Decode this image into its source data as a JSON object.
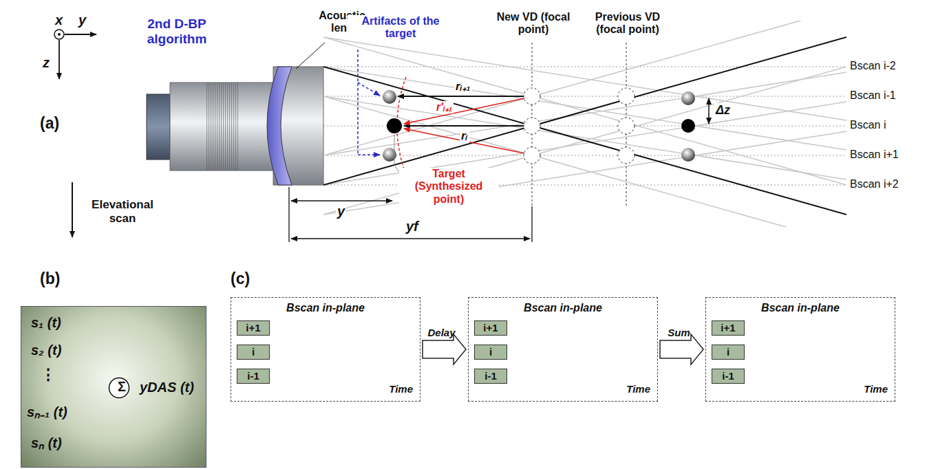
{
  "diagram": {
    "nodes": [
      {
        "text": [
          "s₁ (t)",
          "s₂ (t)",
          "⋮",
          "sₙ₋₁ (t)",
          "sₙ (t)",
          "yDAS (t)"
        ]
      },
      {
        "text": [
          "Σ"
        ],
        "in": 0
      },
      {
        "text": [
          "Bscan in-plane",
          "Time"
        ]
      },
      {
        "text": [
          "i+1"
        ],
        "in": 2
      },
      {
        "text": [
          "i"
        ],
        "in": 2
      },
      {
        "text": [
          "i-1"
        ],
        "in": 2
      },
      {
        "text": [
          "Bscan in-plane",
          "Time"
        ]
      },
      {
        "text": [
          "i+1"
        ],
        "in": 6
      },
      {
        "text": [
          "i"
        ],
        "in": 6
      },
      {
        "text": [
          "i-1"
        ],
        "in": 6
      },
      {
        "text": [
          "Bscan in-plane",
          "Time"
        ]
      },
      {
        "text": [
          "i+1"
        ],
        "in": 10
      },
      {
        "text": [
          "i"
        ],
        "in": 10
      },
      {
        "text": [
          "i-1"
        ],
        "in": 10
      }
    ],
    "edges": [
      {
        "from": 2,
        "to": 6,
        "arrow": "to",
        "label": "Delay"
      },
      {
        "from": 6,
        "to": 10,
        "arrow": "to",
        "label": "Sum"
      }
    ],
    "labels": [
      "(a)",
      "(b)",
      "(c)",
      "x",
      "y",
      "z",
      "2nd D-BP algorithm",
      "Acoustic lens",
      "Artifacts of the target",
      "New VD (focal point)",
      "Previous VD (focal point)",
      "Bscan i-2",
      "Bscan i-1",
      "Bscan i",
      "Bscan i+1",
      "Bscan i+2",
      "Δz",
      "rᵢ₊₁",
      "r'ᵢ₊₁",
      "rᵢ",
      "Target (Synthesized point)",
      "y",
      "yf",
      "Elevational scan"
    ]
  }
}
